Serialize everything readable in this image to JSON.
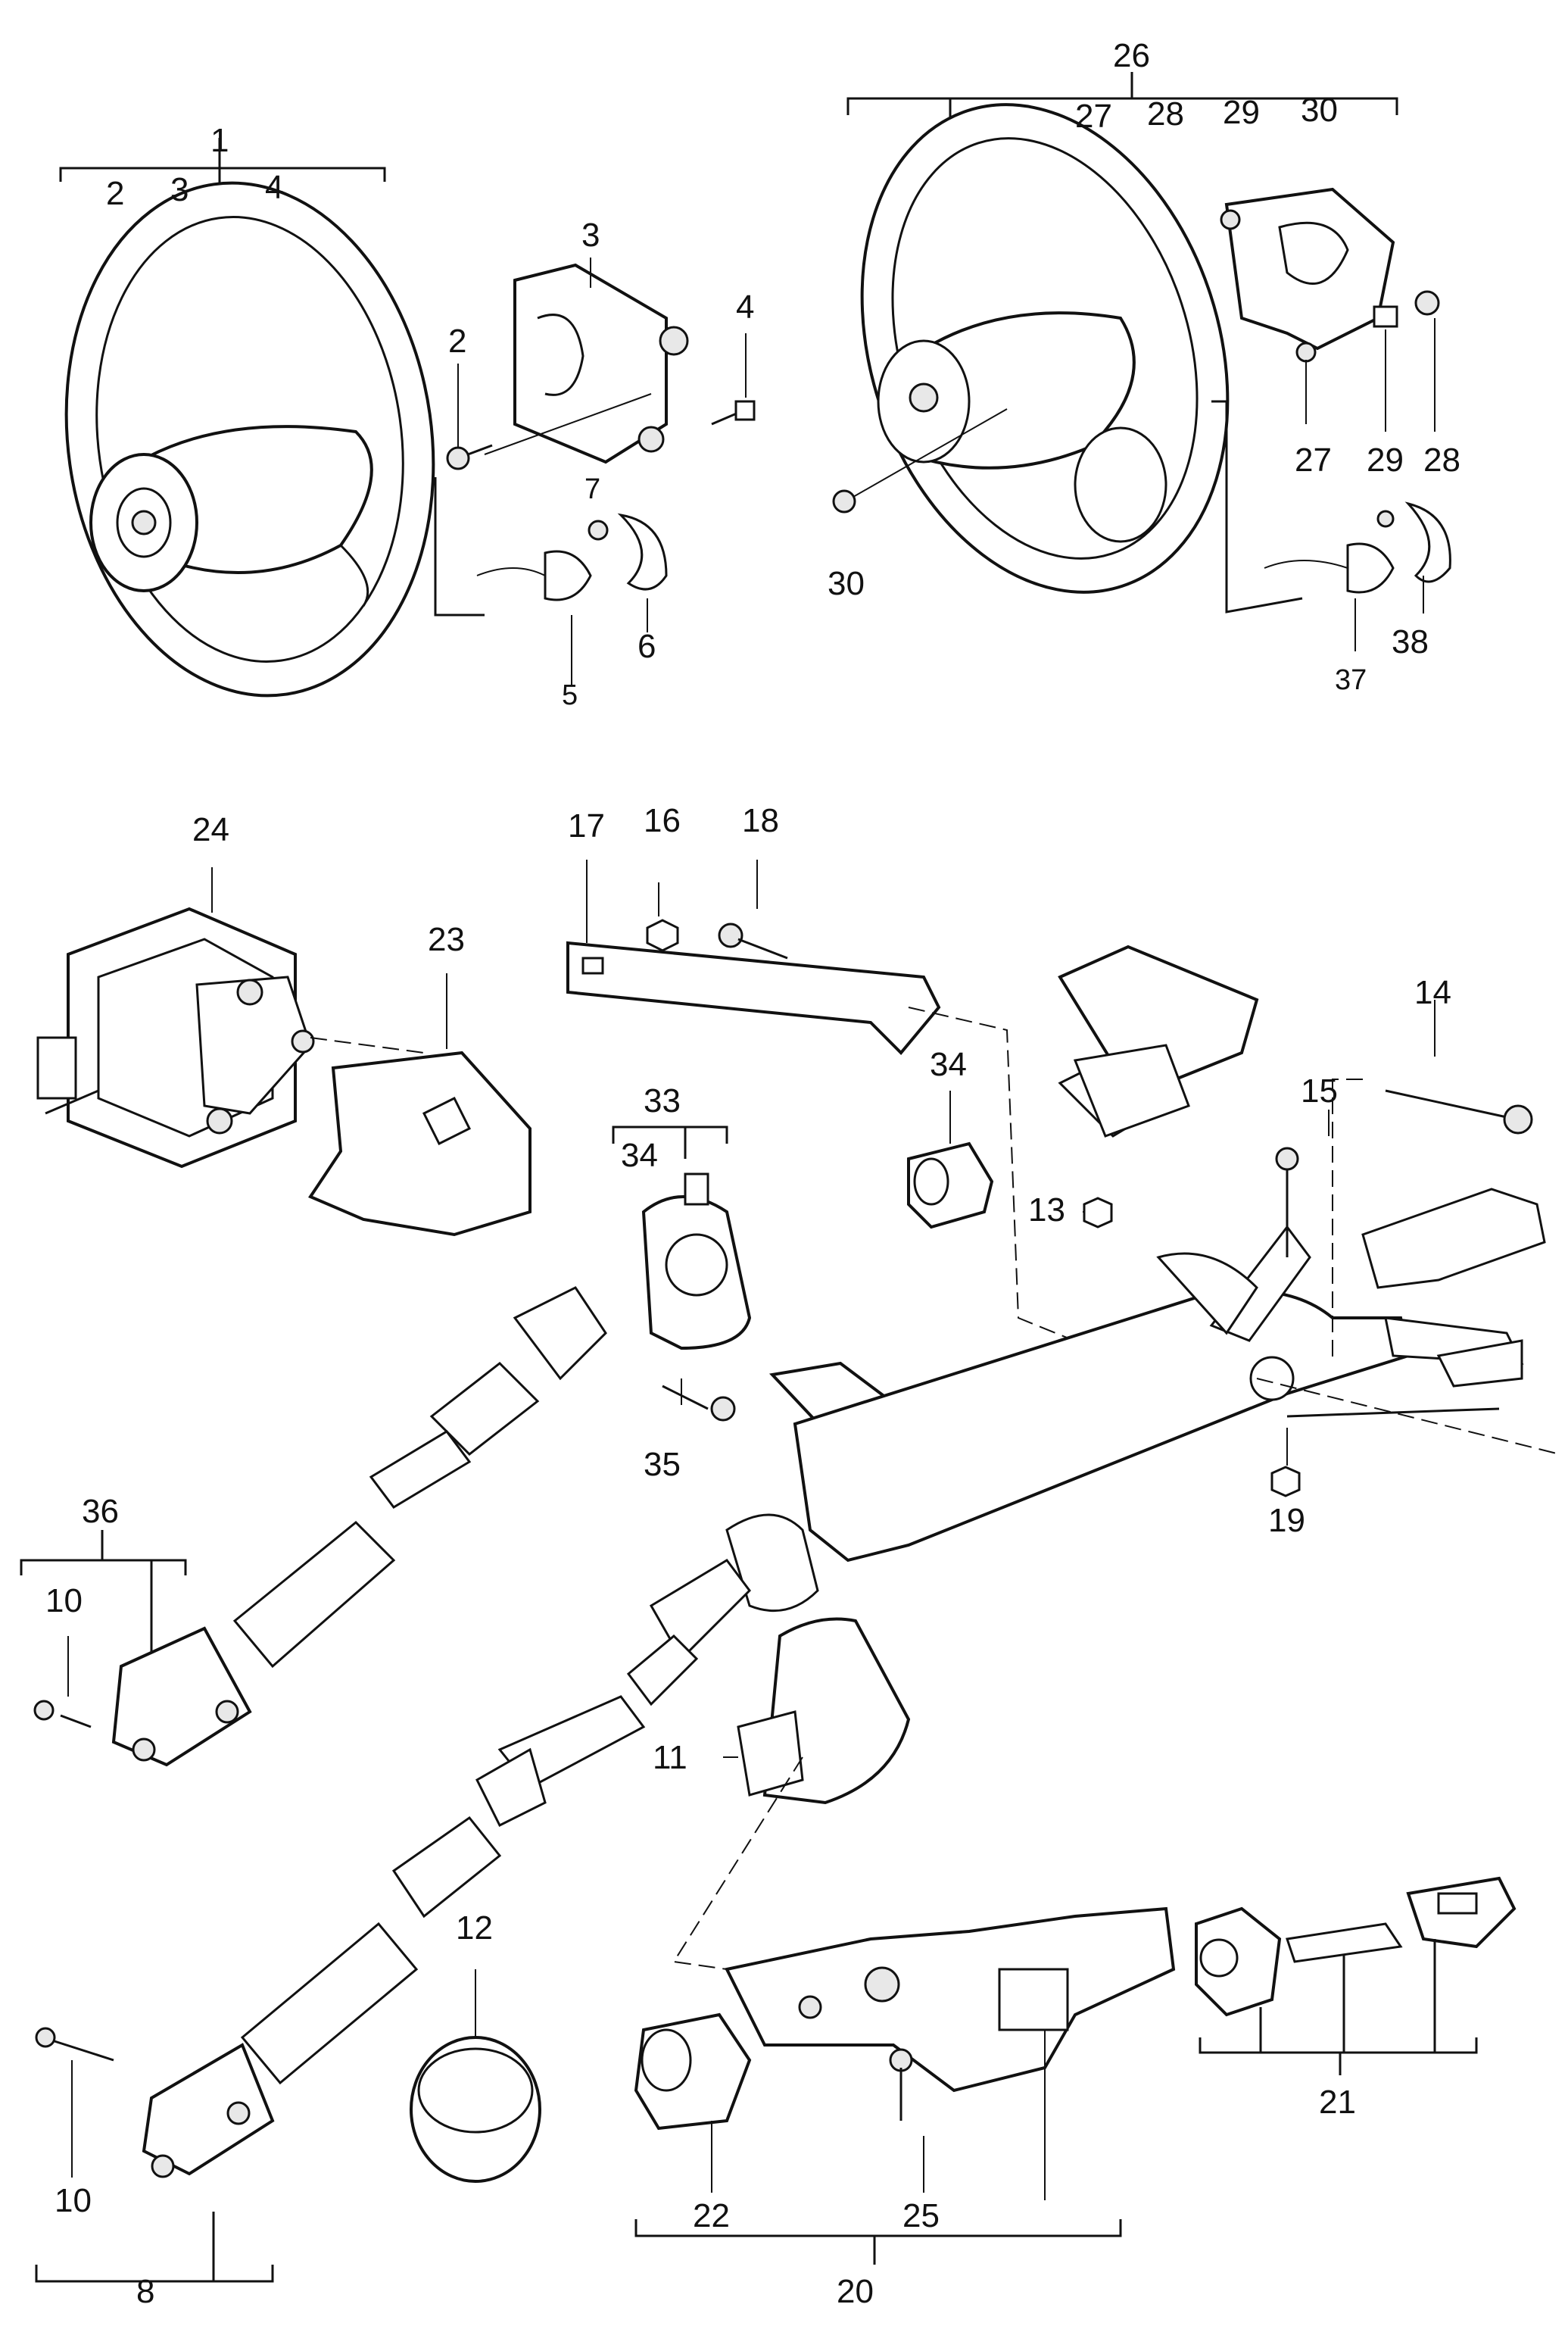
{
  "labels": {
    "l1": "1",
    "l2a": "2",
    "l3a": "3",
    "l4a": "4",
    "l3b": "3",
    "l2b": "2",
    "l4b": "4",
    "l7": "7",
    "l5": "5",
    "l6": "6",
    "l26": "26",
    "l27a": "27",
    "l28a": "28",
    "l29a": "29",
    "l30a": "30",
    "l27b": "27",
    "l29b": "29",
    "l28b": "28",
    "l30b": "30",
    "l37": "37",
    "l38": "38",
    "l24": "24",
    "l23": "23",
    "l17": "17",
    "l16": "16",
    "l18": "18",
    "l33": "33",
    "l34a": "34",
    "l34b": "34",
    "l14": "14",
    "l15": "15",
    "l13": "13",
    "l35": "35",
    "l19": "19",
    "l36": "36",
    "l10a": "10",
    "l11": "11",
    "l12": "12",
    "l10b": "10",
    "l8": "8",
    "l21": "21",
    "l22": "22",
    "l25": "25",
    "l20": "20"
  }
}
